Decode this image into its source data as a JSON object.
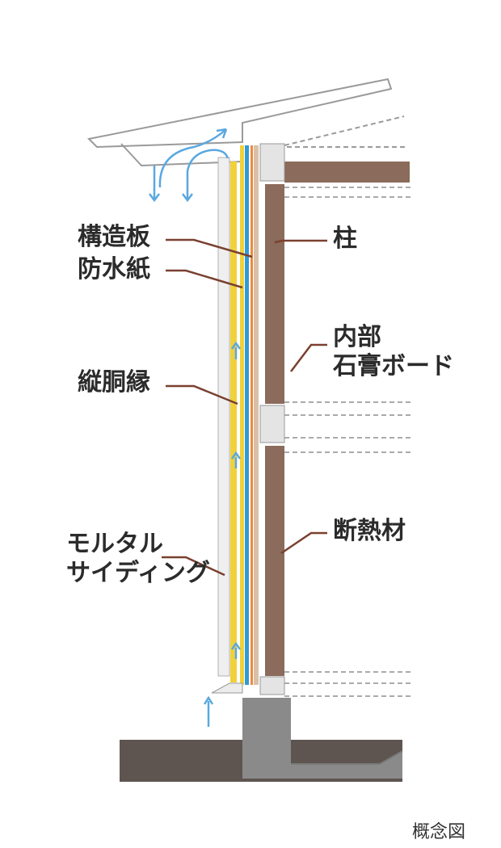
{
  "labels": {
    "kouzouita": "構造板",
    "bousuishi": "防水紙",
    "tatedoubuchi": "縦胴縁",
    "mortar": "モルタル",
    "siding": "サイディング",
    "hashira": "柱",
    "naibu": "内部",
    "sekkou_board": "石膏ボード",
    "dannetsuzai": "断熱材"
  },
  "caption": "概念図",
  "colors": {
    "wood": "#8b6b5c",
    "waterproof": "#2f9bd6",
    "batten": "#f1d13a",
    "structural_board": "#f08a3c",
    "foundation": "#8a8a8a",
    "ground": "#5e5550",
    "leader": "#7a4030",
    "airflow": "#5aa8e0"
  }
}
